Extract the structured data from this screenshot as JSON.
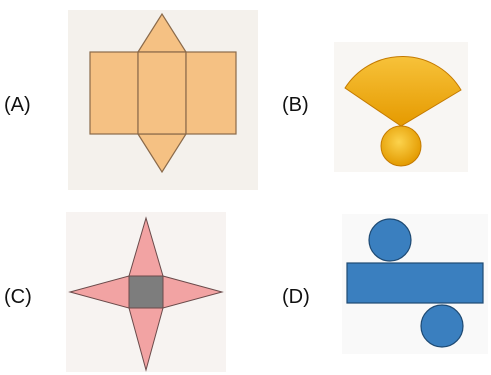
{
  "options": [
    {
      "label": "(A)",
      "shape": "triangular-prism-net",
      "fill": "#F5C183",
      "stroke": "#8A6A4A"
    },
    {
      "label": "(B)",
      "shape": "cone-net",
      "fill": "#F4B01E",
      "stroke": "#C47A00"
    },
    {
      "label": "(C)",
      "shape": "square-pyramid-net",
      "fill": "#F2A3A3",
      "base_fill": "#7D7D7D",
      "stroke": "#6A4A4A"
    },
    {
      "label": "(D)",
      "shape": "cylinder-net",
      "fill": "#3A7FBF",
      "stroke": "#1E4A73"
    }
  ]
}
